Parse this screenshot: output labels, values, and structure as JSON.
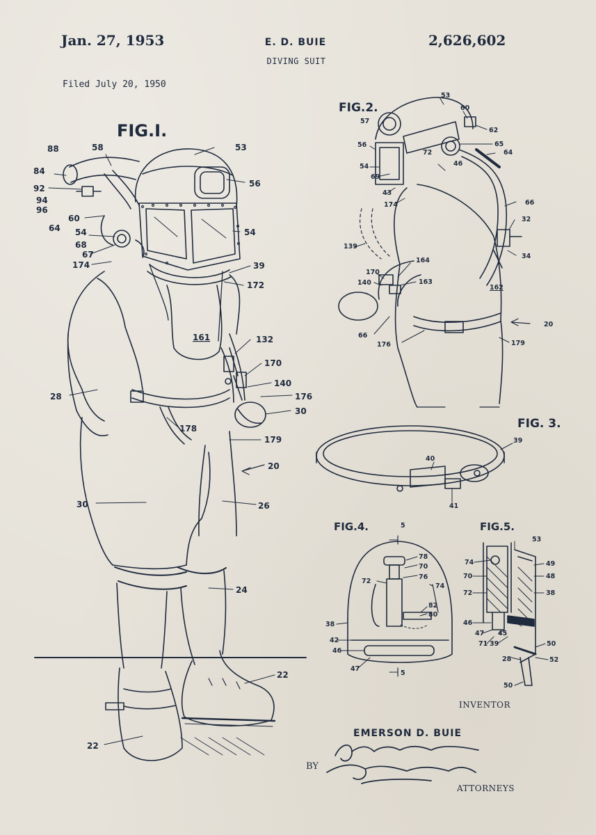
{
  "header": {
    "date": "Jan. 27, 1953",
    "inventor_short": "E. D. BUIE",
    "title": "DIVING SUIT",
    "patent_number": "2,626,602",
    "filed": "Filed July 20, 1950"
  },
  "figures": {
    "fig1": {
      "title": "FIG.I.",
      "labels": [
        "88",
        "58",
        "53",
        "84",
        "56",
        "92",
        "94",
        "96",
        "60",
        "64",
        "54",
        "54",
        "68",
        "67",
        "174",
        "39",
        "172",
        "161",
        "132",
        "170",
        "28",
        "140",
        "176",
        "30",
        "178",
        "179",
        "20",
        "30",
        "26",
        "24",
        "22",
        "22"
      ]
    },
    "fig2": {
      "title": "FIG.2.",
      "labels": [
        "53",
        "60",
        "57",
        "62",
        "56",
        "65",
        "64",
        "54",
        "72",
        "46",
        "69",
        "43",
        "174",
        "66",
        "32",
        "139",
        "34",
        "164",
        "170",
        "163",
        "140",
        "162",
        "66",
        "20",
        "176",
        "179"
      ]
    },
    "fig3": {
      "title": "FIG. 3.",
      "labels": [
        "39",
        "40",
        "41"
      ]
    },
    "fig4": {
      "title": "FIG.4.",
      "labels": [
        "5",
        "78",
        "70",
        "76",
        "72",
        "74",
        "82",
        "80",
        "38",
        "42",
        "46",
        "47",
        "5"
      ]
    },
    "fig5": {
      "title": "FIG.5.",
      "labels": [
        "53",
        "74",
        "49",
        "70",
        "48",
        "72",
        "38",
        "46",
        "47",
        "45",
        "71",
        "39",
        "50",
        "28",
        "52",
        "50"
      ]
    }
  },
  "footer": {
    "inventor_caption": "INVENTOR",
    "inventor_name": "EMERSON D. BUIE",
    "by": "BY",
    "attorneys": "ATTORNEYS"
  },
  "colors": {
    "ink": "#1f2a3d",
    "paper": "#e6e2d9"
  }
}
